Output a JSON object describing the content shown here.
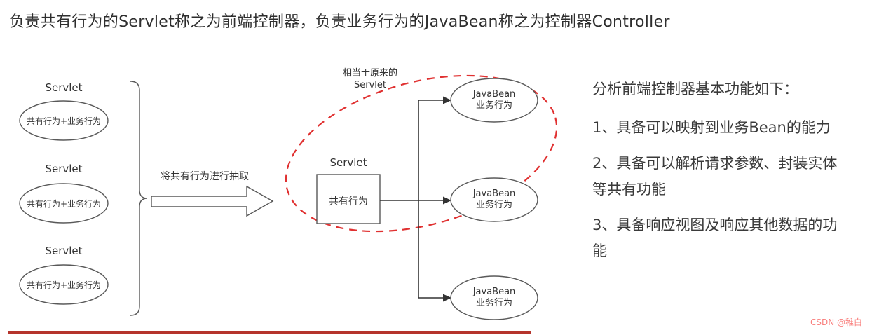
{
  "title": "负责共有行为的Servlet称之为前端控制器，负责业务行为的JavaBean称之为控制器Controller",
  "left_servlets": [
    {
      "label": "Servlet",
      "content": "共有行为+业务行为"
    },
    {
      "label": "Servlet",
      "content": "共有行为+业务行为"
    },
    {
      "label": "Servlet",
      "content": "共有行为+业务行为"
    }
  ],
  "extract_arrow": {
    "label": "将共有行为进行抽取"
  },
  "front_controller": {
    "annotation": {
      "line1": "相当于原来的",
      "line2": "Servlet"
    },
    "label": "Servlet",
    "content": "共有行为"
  },
  "javabeans": [
    {
      "name": "JavaBean",
      "behavior": "业务行为"
    },
    {
      "name": "JavaBean",
      "behavior": "业务行为"
    },
    {
      "name": "JavaBean",
      "behavior": "业务行为"
    }
  ],
  "analysis": {
    "heading": "分析前端控制器基本功能如下：",
    "points": [
      "1、具备可以映射到业务Bean的能力",
      "2、具备可以解析请求参数、封装实体等共有功能",
      "3、具备响应视图及响应其他数据的功能"
    ]
  },
  "watermark": "CSDN @稚白",
  "colors": {
    "dashed_circle": "#e03131",
    "shape_stroke": "#595959",
    "connector": "#333333",
    "text": "#333333",
    "watermark": "#f9807e",
    "bottom_rule": "#b5342c"
  }
}
